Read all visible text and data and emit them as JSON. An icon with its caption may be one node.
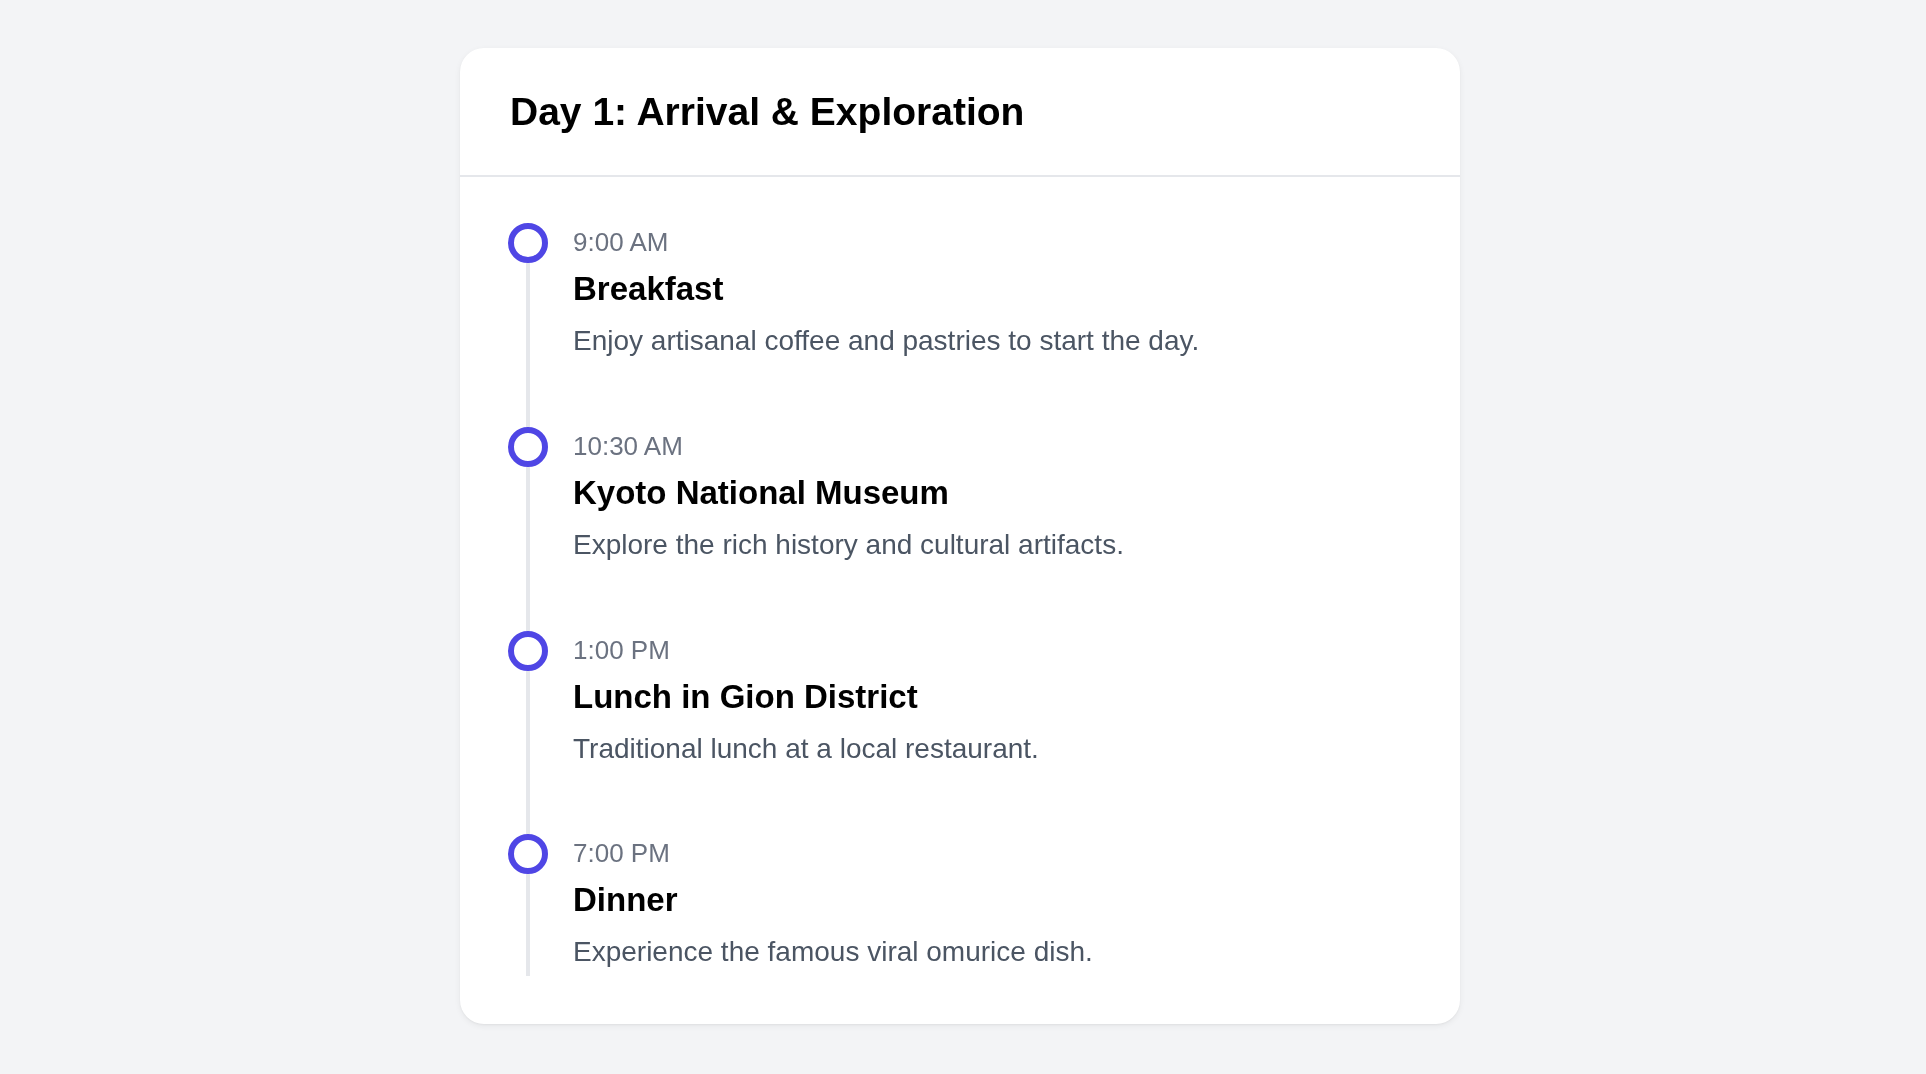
{
  "diagram": {
    "nodes": [
      {
        "text": [
          "Day 1: Arrival & Exploration"
        ]
      },
      {
        "text": [],
        "shape": "circle",
        "in": 0,
        "beside": [
          "9:00 AM",
          "Breakfast",
          "Enjoy artisanal coffee and pastries to start the day."
        ]
      },
      {
        "text": [],
        "shape": "circle",
        "in": 0,
        "beside": [
          "10:30 AM",
          "Kyoto National Museum",
          "Explore the rich history and cultural artifacts."
        ]
      },
      {
        "text": [],
        "shape": "circle",
        "in": 0,
        "beside": [
          "1:00 PM",
          "Lunch in Gion District",
          "Traditional lunch at a local restaurant."
        ]
      },
      {
        "text": [],
        "shape": "circle",
        "in": 0,
        "beside": [
          "7:00 PM",
          "Dinner",
          "Experience the famous viral omurice dish."
        ]
      }
    ],
    "edges": [
      {
        "from": 1,
        "to": 2,
        "arrow": "none"
      },
      {
        "from": 2,
        "to": 3,
        "arrow": "none"
      },
      {
        "from": 3,
        "to": 4,
        "arrow": "none"
      },
      {
        "from": 4,
        "to": null,
        "arrow": "none"
      }
    ]
  }
}
